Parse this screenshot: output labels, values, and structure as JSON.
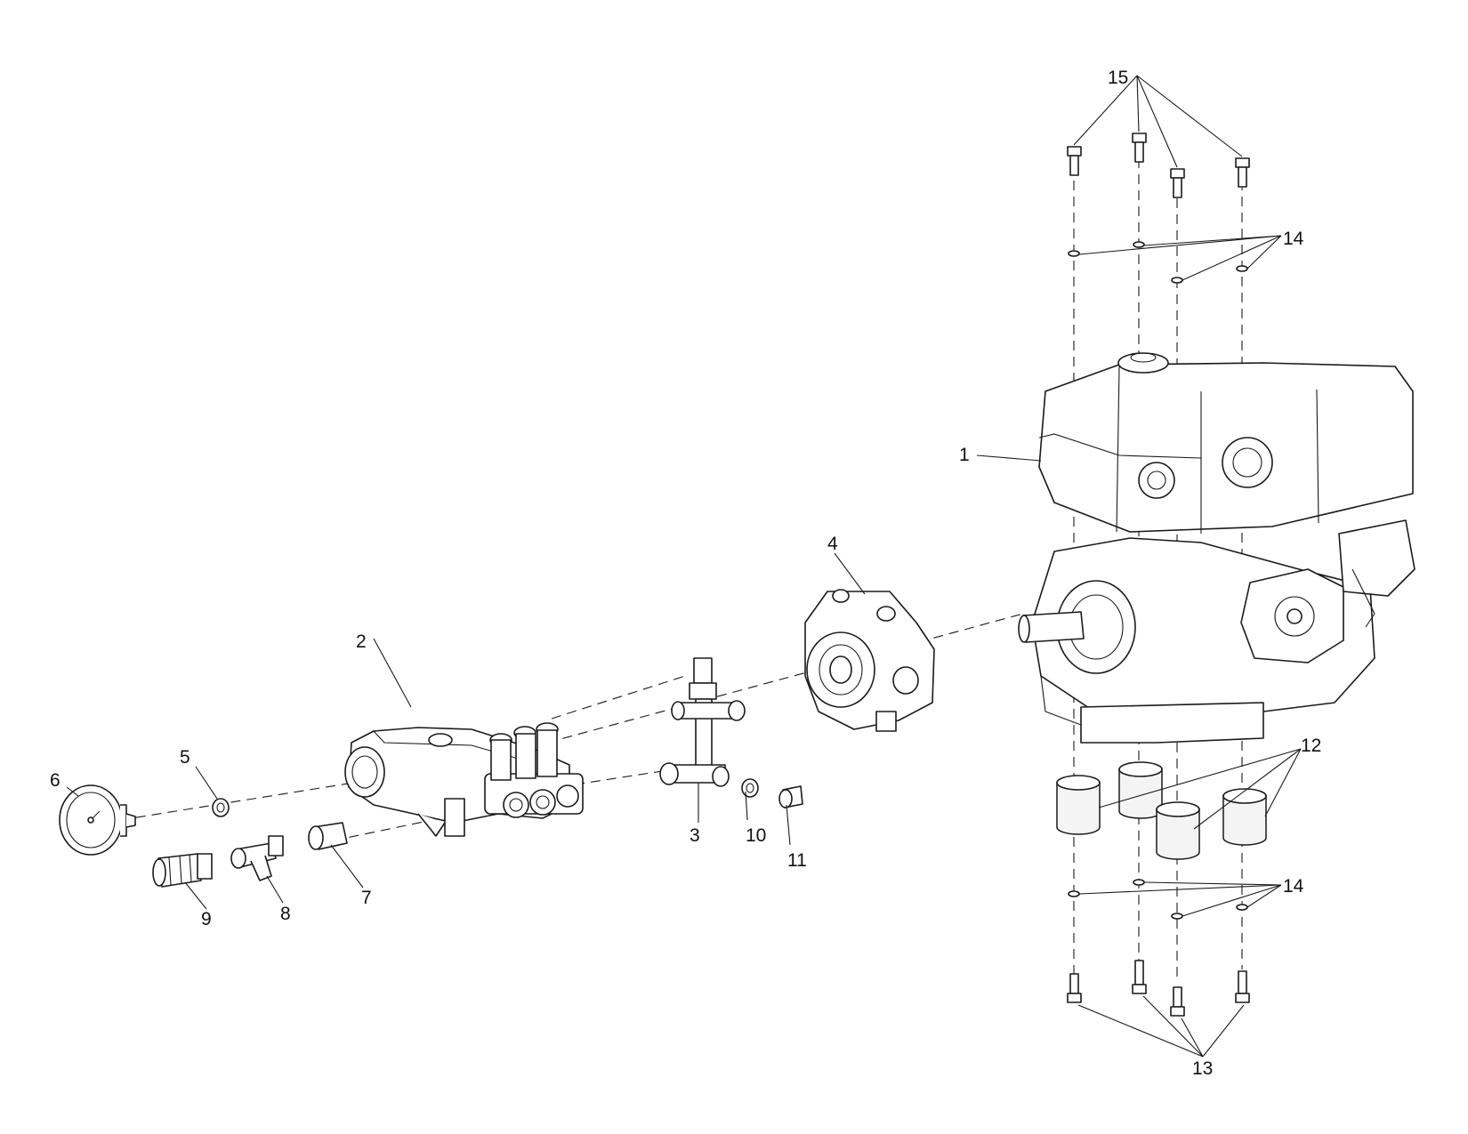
{
  "callouts": {
    "c1": "1",
    "c2": "2",
    "c3": "3",
    "c4": "4",
    "c5": "5",
    "c6": "6",
    "c7": "7",
    "c8": "8",
    "c9": "9",
    "c10": "10",
    "c11": "11",
    "c12": "12",
    "c13": "13",
    "c14_top": "14",
    "c14_bottom": "14",
    "c15": "15"
  },
  "colors": {
    "line": "#1a1a1a",
    "background": "#ffffff"
  }
}
